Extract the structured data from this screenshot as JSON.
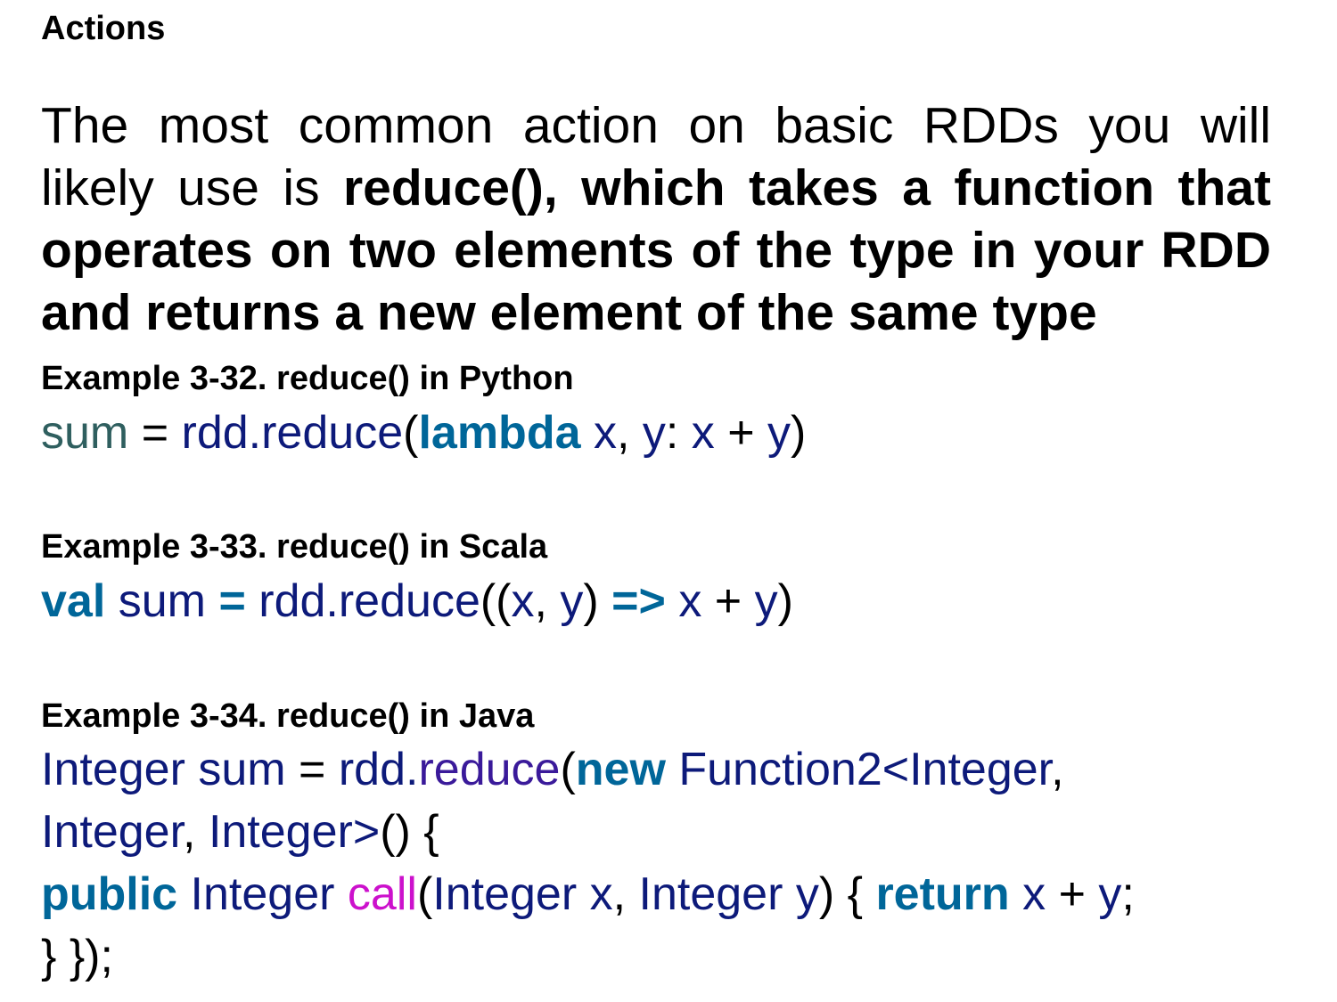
{
  "heading": "Actions",
  "intro": {
    "plain": "The most common action on basic RDDs you will likely use is ",
    "bold": "reduce(), which takes a function that operates on two elements of the type in your RDD and returns a new element of the same type"
  },
  "examples": [
    {
      "title": "Example 3-32. reduce() in Python",
      "lines": [
        [
          {
            "t": "sum",
            "c": "var"
          },
          {
            "t": " = ",
            "c": "p"
          },
          {
            "t": "rdd.reduce",
            "c": "id"
          },
          {
            "t": "(",
            "c": "p"
          },
          {
            "t": "lambda",
            "c": "kw"
          },
          {
            "t": " x",
            "c": "id"
          },
          {
            "t": ", ",
            "c": "p"
          },
          {
            "t": "y",
            "c": "id"
          },
          {
            "t": ": ",
            "c": "p"
          },
          {
            "t": "x",
            "c": "id"
          },
          {
            "t": " + ",
            "c": "p"
          },
          {
            "t": "y",
            "c": "id"
          },
          {
            "t": ")",
            "c": "p"
          }
        ]
      ]
    },
    {
      "title": "Example 3-33. reduce() in Scala",
      "lines": [
        [
          {
            "t": "val",
            "c": "kw"
          },
          {
            "t": " sum ",
            "c": "id"
          },
          {
            "t": "=",
            "c": "kw"
          },
          {
            "t": " rdd.reduce",
            "c": "id"
          },
          {
            "t": "((",
            "c": "p"
          },
          {
            "t": "x",
            "c": "id"
          },
          {
            "t": ", ",
            "c": "p"
          },
          {
            "t": "y",
            "c": "id"
          },
          {
            "t": ") ",
            "c": "p"
          },
          {
            "t": "=>",
            "c": "kw"
          },
          {
            "t": " x",
            "c": "id"
          },
          {
            "t": " + ",
            "c": "p"
          },
          {
            "t": "y",
            "c": "id"
          },
          {
            "t": ")",
            "c": "p"
          }
        ]
      ]
    },
    {
      "title": "Example 3-34. reduce() in Java",
      "lines": [
        [
          {
            "t": "Integer sum",
            "c": "id"
          },
          {
            "t": " = ",
            "c": "p"
          },
          {
            "t": "rdd.",
            "c": "id"
          },
          {
            "t": "reduce",
            "c": "fn"
          },
          {
            "t": "(",
            "c": "p"
          },
          {
            "t": "new",
            "c": "kw"
          },
          {
            "t": " Function2<Integer",
            "c": "id"
          },
          {
            "t": ",",
            "c": "p"
          }
        ],
        [
          {
            "t": "Integer",
            "c": "id"
          },
          {
            "t": ", ",
            "c": "p"
          },
          {
            "t": "Integer>",
            "c": "id"
          },
          {
            "t": "() {",
            "c": "p"
          }
        ],
        [
          {
            "t": "public",
            "c": "kw"
          },
          {
            "t": " Integer ",
            "c": "id"
          },
          {
            "t": "call",
            "c": "call"
          },
          {
            "t": "(",
            "c": "p"
          },
          {
            "t": "Integer x",
            "c": "id"
          },
          {
            "t": ", ",
            "c": "p"
          },
          {
            "t": "Integer y",
            "c": "id"
          },
          {
            "t": ") { ",
            "c": "p"
          },
          {
            "t": "return",
            "c": "kw"
          },
          {
            "t": " x",
            "c": "id"
          },
          {
            "t": " + ",
            "c": "p"
          },
          {
            "t": "y",
            "c": "id"
          },
          {
            "t": ";",
            "c": "p"
          }
        ],
        [
          {
            "t": "} });",
            "c": "p"
          }
        ]
      ]
    }
  ]
}
